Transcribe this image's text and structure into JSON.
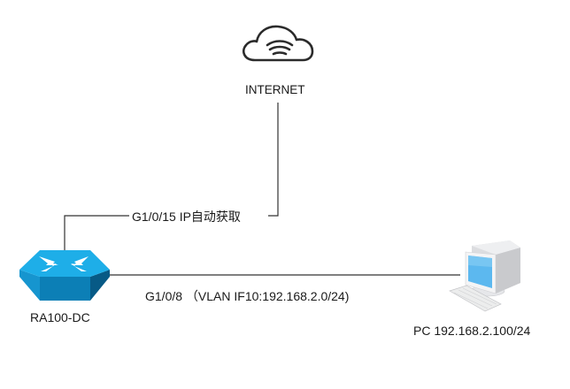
{
  "diagram": {
    "type": "network-topology",
    "nodes": [
      {
        "id": "internet",
        "label": "INTERNET",
        "icon": "cloud-wifi-icon"
      },
      {
        "id": "router",
        "label": "RA100-DC",
        "icon": "router-icon"
      },
      {
        "id": "pc",
        "label": "PC 192.168.2.100/24",
        "icon": "desktop-pc-icon"
      }
    ],
    "links": [
      {
        "from": "router",
        "to": "internet",
        "label": "G1/0/15 IP自动获取"
      },
      {
        "from": "router",
        "to": "pc",
        "label": "G1/0/8  （VLAN IF10:192.168.2.0/24)"
      }
    ]
  },
  "colors": {
    "line": "#333333",
    "router_top": "#1eaee8",
    "router_front": "#0c7fb6",
    "router_side": "#075a86",
    "cloud_stroke": "#2b2b2b",
    "pc_screen": "#5cb8ef",
    "pc_body": "#dcdde0"
  }
}
